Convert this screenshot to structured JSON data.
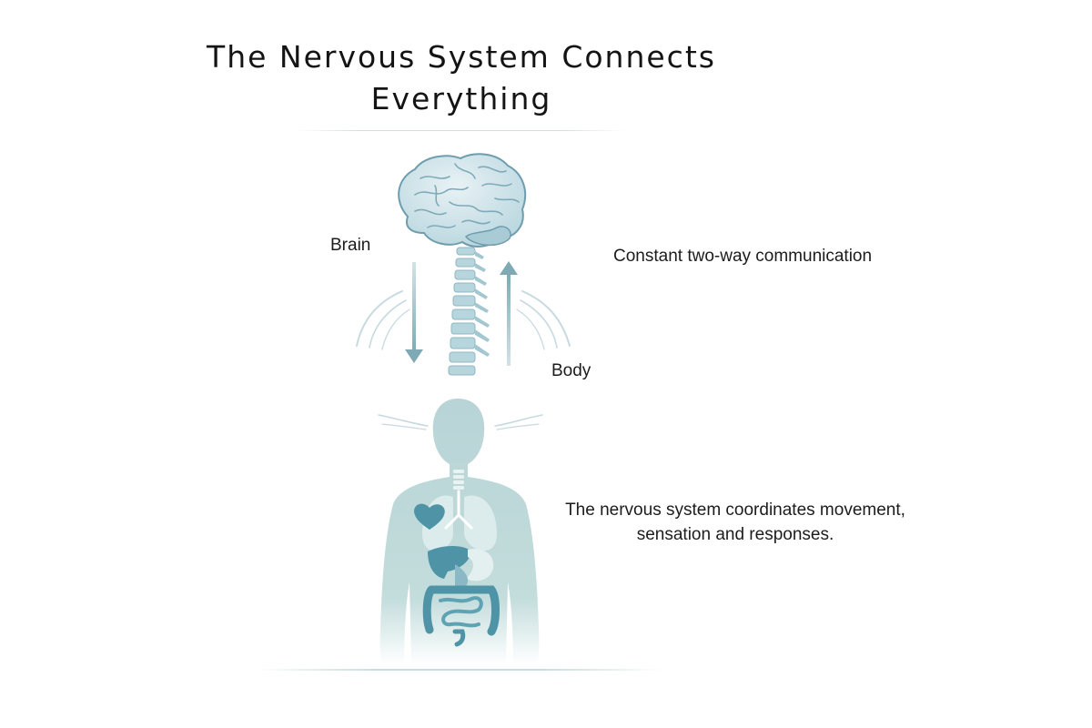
{
  "diagram": {
    "title": "The Nervous System Connects Everything",
    "labels": {
      "brain": "Brain",
      "body": "Body",
      "communication": "Constant two-way communication",
      "description": "The nervous system coordinates movement, sensation and responses."
    },
    "colors": {
      "brain_fill": "#cfe3ea",
      "brain_stroke": "#6e9dae",
      "spine": "#b7d5dd",
      "arrow": "#8db3be",
      "body_fill": "#bcd8d9",
      "organ_dark": "#4e94a6",
      "organ_light": "#dcecec"
    },
    "icons": [
      "brain-icon",
      "spine-icon",
      "signal-waves-icon",
      "arrow-down-icon",
      "arrow-up-icon",
      "human-body-icon",
      "heart-icon",
      "lungs-icon",
      "liver-icon",
      "stomach-icon",
      "intestines-icon"
    ]
  }
}
